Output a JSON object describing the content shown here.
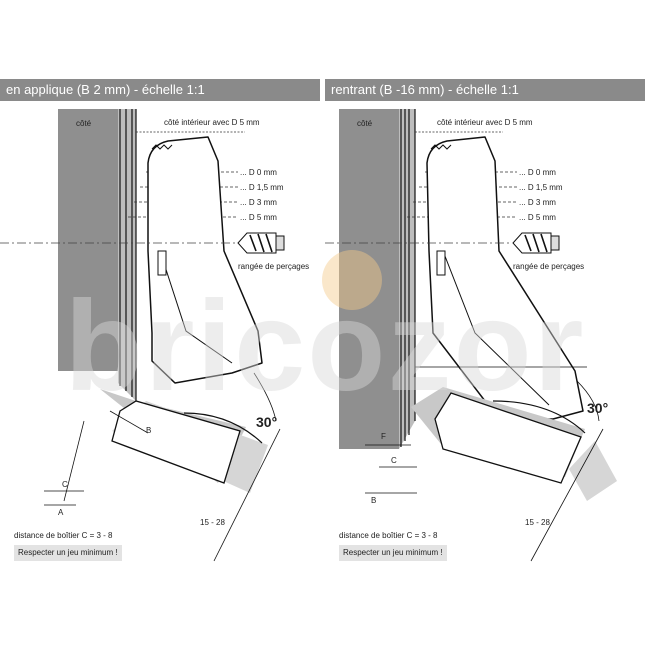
{
  "panels": [
    {
      "title": "en applique (B 2 mm) - échelle 1:1",
      "cote": "côté",
      "cote_interieur": "côté intérieur avec D 5 mm",
      "d_labels": [
        "... D 0 mm",
        "... D 1,5 mm",
        "... D 3 mm",
        "... D 5 mm"
      ],
      "rangee": "rangée de perçages",
      "angle": "30°",
      "dim_range": "15 - 28",
      "letters": [
        "B",
        "C",
        "A"
      ],
      "distance": "distance de boîtier C  = 3 - 8",
      "warning": "Respecter un jeu minimum !"
    },
    {
      "title": "rentrant (B -16 mm) - échelle 1:1",
      "cote": "côté",
      "cote_interieur": "côté intérieur avec D 5 mm",
      "d_labels": [
        "... D 0 mm",
        "... D 1,5 mm",
        "... D 3 mm",
        "... D 5 mm"
      ],
      "rangee": "rangée de perçages",
      "angle": "30°",
      "dim_range": "15 - 28",
      "letters": [
        "F",
        "C",
        "B"
      ],
      "distance": "distance de boîtier C  = 3 - 8",
      "warning": "Respecter un jeu minimum !"
    }
  ],
  "watermark": {
    "text": "bricozor",
    "color": "#d9d9d9",
    "dot_color": "#f5c98a"
  }
}
